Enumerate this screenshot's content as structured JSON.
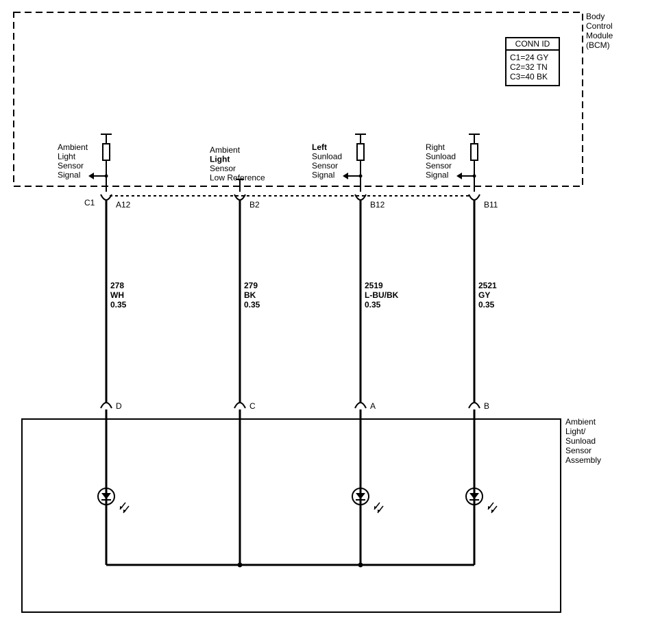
{
  "bcm": {
    "name_lines": [
      "Body",
      "Control",
      "Module",
      "(BCM)"
    ],
    "conn_table": {
      "header": "CONN ID",
      "rows": [
        "C1=24 GY",
        "C2=32 TN",
        "C3=40 BK"
      ]
    }
  },
  "bcm_connector": "C1",
  "sensor_assembly": {
    "name_lines": [
      "Ambient",
      "Light/",
      "Sunload",
      "Sensor",
      "Assembly"
    ]
  },
  "circuits": [
    {
      "bcm_label_lines": [
        [
          "Ambient"
        ],
        [
          "Light"
        ],
        [
          "Sensor"
        ],
        [
          "Signal"
        ]
      ],
      "pin": "A12",
      "circuit_number": "278",
      "wire_color": "WH",
      "wire_size": "0.35",
      "sensor_pin": "D"
    },
    {
      "bcm_label_lines": [
        [
          "Ambient"
        ],
        [
          "Light"
        ],
        [
          "Sensor"
        ],
        [
          "Low Reference"
        ]
      ],
      "pin": "B2",
      "circuit_number": "279",
      "wire_color": "BK",
      "wire_size": "0.35",
      "sensor_pin": "C"
    },
    {
      "bcm_label_lines": [
        [
          "Left"
        ],
        [
          "Sunload"
        ],
        [
          "Sensor"
        ],
        [
          "Signal"
        ]
      ],
      "pin": "B12",
      "circuit_number": "2519",
      "wire_color": "L-BU/BK",
      "wire_size": "0.35",
      "sensor_pin": "A"
    },
    {
      "bcm_label_lines": [
        [
          "Right"
        ],
        [
          "Sunload"
        ],
        [
          "Sensor"
        ],
        [
          "Signal"
        ]
      ],
      "pin": "B11",
      "circuit_number": "2521",
      "wire_color": "GY",
      "wire_size": "0.35",
      "sensor_pin": "B"
    }
  ]
}
